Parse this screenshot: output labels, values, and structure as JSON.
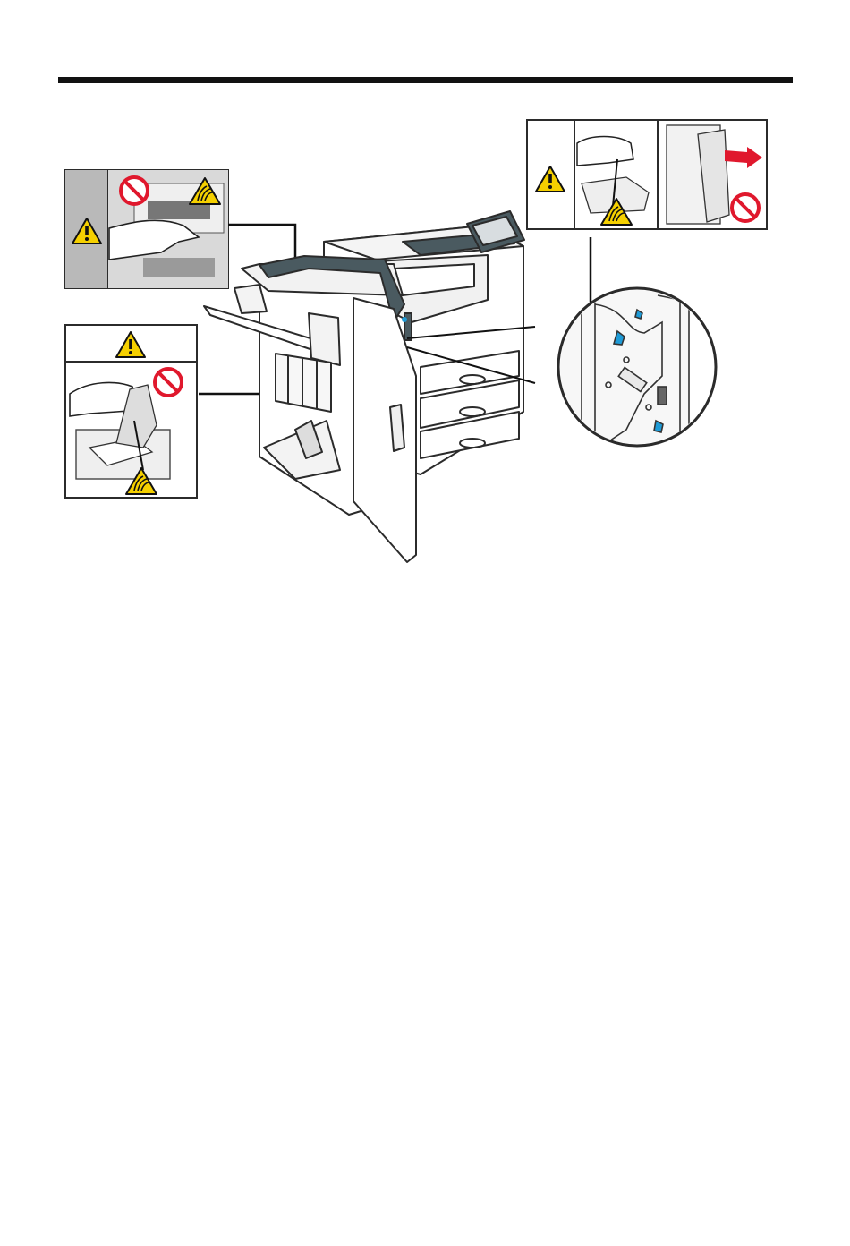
{
  "page": {
    "rule_color": "#111111"
  },
  "colors": {
    "warning_yellow": "#f5d000",
    "prohibition_red": "#e0182d",
    "machine_outline": "#2b2b2b",
    "dark_trim": "#4a5a60",
    "accent_blue": "#1e9bd7",
    "arrow_red": "#e0182d",
    "panel_gray": "#b9b9b9"
  },
  "illustration": {
    "subject": "printer-with-finisher",
    "callouts": [
      {
        "id": "top-left-label",
        "icons": [
          "warning-triangle-icon",
          "prohibition-icon",
          "hand-pinch-warning-icon"
        ]
      },
      {
        "id": "middle-left-label",
        "icons": [
          "warning-triangle-icon",
          "prohibition-icon",
          "hand-pinch-warning-icon"
        ]
      },
      {
        "id": "top-right-label",
        "icons": [
          "warning-triangle-icon",
          "hand-pinch-warning-icon",
          "push-arrow-icon",
          "prohibition-icon"
        ]
      },
      {
        "id": "magnified-interior",
        "icons": [
          "blue-knob-icon"
        ]
      }
    ]
  }
}
